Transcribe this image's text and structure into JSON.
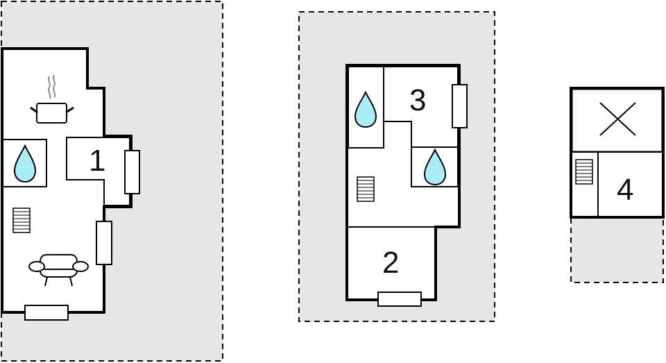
{
  "diagram": {
    "type": "floor-plan",
    "colors": {
      "outdoor_fill": "#e6e6e6",
      "room_fill": "#ffffff",
      "wall": "#000000",
      "water": "#aaeef5",
      "steam": "#888888"
    },
    "floors": [
      {
        "name": "floor-1",
        "rooms": [
          {
            "id": "room-1",
            "label": "1",
            "type": "bedroom"
          },
          {
            "id": "bathroom-a",
            "icon": "water-drop-icon",
            "type": "bathroom"
          },
          {
            "id": "kitchen",
            "icon": "cooking-pot-icon",
            "type": "kitchen"
          },
          {
            "id": "living",
            "icon": "sofa-icon",
            "type": "living-room"
          },
          {
            "id": "stairs-a",
            "icon": "stairs-icon",
            "type": "stairs"
          }
        ]
      },
      {
        "name": "floor-2",
        "rooms": [
          {
            "id": "room-3",
            "label": "3",
            "type": "bedroom"
          },
          {
            "id": "room-2",
            "label": "2",
            "type": "bedroom"
          },
          {
            "id": "bathroom-b",
            "icon": "water-drop-icon",
            "type": "bathroom"
          },
          {
            "id": "bathroom-c",
            "icon": "water-drop-icon",
            "type": "bathroom"
          },
          {
            "id": "stairs-b",
            "icon": "stairs-icon",
            "type": "stairs"
          }
        ]
      },
      {
        "name": "floor-3",
        "rooms": [
          {
            "id": "room-4",
            "label": "4",
            "type": "bedroom"
          },
          {
            "id": "void",
            "icon": "cross-icon",
            "type": "open-void"
          },
          {
            "id": "stairs-c",
            "icon": "stairs-icon",
            "type": "stairs"
          }
        ]
      }
    ],
    "labels": {
      "room1": "1",
      "room2": "2",
      "room3": "3",
      "room4": "4"
    }
  }
}
